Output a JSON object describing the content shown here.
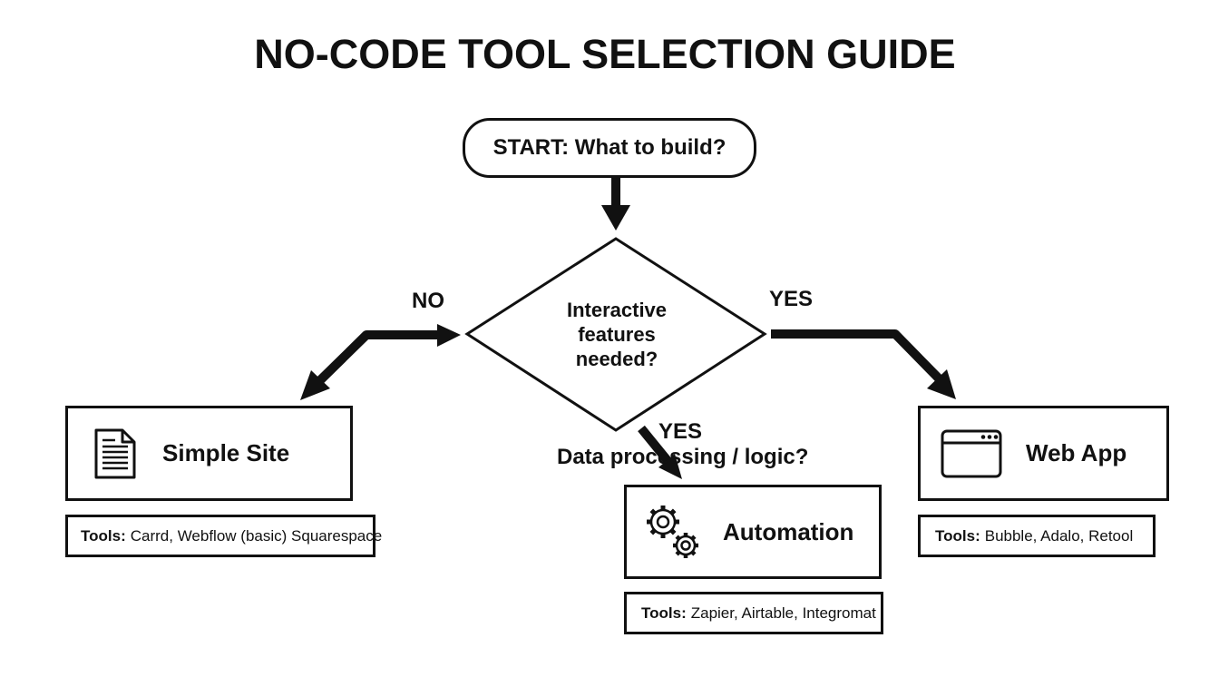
{
  "title": "NO-CODE TOOL SELECTION GUIDE",
  "start": {
    "label": "START: What to build?"
  },
  "decision": {
    "question": "Interactive features needed?"
  },
  "branches": {
    "left_label": "NO",
    "right_label": "YES",
    "down_label": "YES",
    "down_question": "Data processing / logic?"
  },
  "outcomes": {
    "simple_site": {
      "label": "Simple Site",
      "icon": "document-icon",
      "tools_prefix": "Tools:",
      "tools": "Carrd, Webflow (basic) Squarespace"
    },
    "automation": {
      "label": "Automation",
      "icon": "gears-icon",
      "tools_prefix": "Tools:",
      "tools": "Zapier, Airtable, Integromat"
    },
    "web_app": {
      "label": "Web App",
      "icon": "browser-window-icon",
      "tools_prefix": "Tools:",
      "tools": "Bubble, Adalo, Retool"
    }
  },
  "colors": {
    "stroke": "#111111",
    "background": "#ffffff"
  }
}
